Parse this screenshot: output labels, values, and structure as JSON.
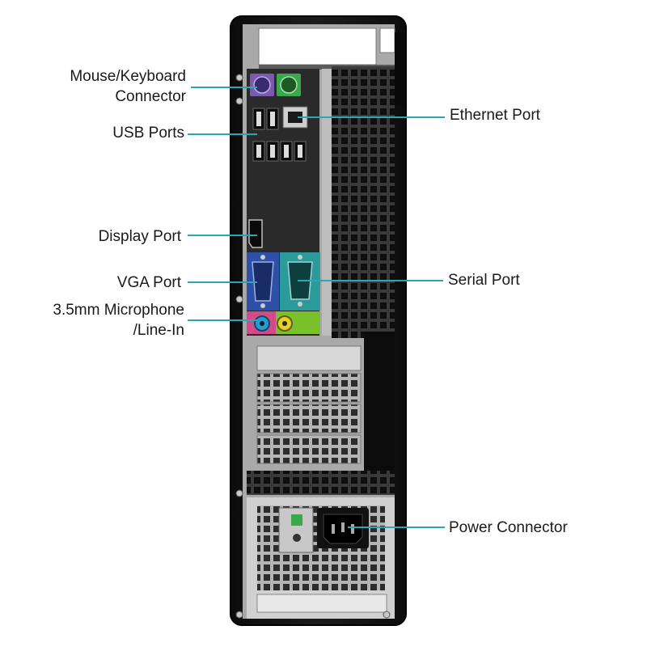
{
  "labels": {
    "mouse_keyboard": [
      "Mouse/Keyboard",
      "Connector"
    ],
    "usb": [
      "USB Ports"
    ],
    "display_port": [
      "Display Port"
    ],
    "vga": [
      "VGA Port"
    ],
    "microphone": [
      "3.5mm  Microphone",
      "/Line-In"
    ],
    "ethernet": [
      "Ethernet Port"
    ],
    "serial": [
      "Serial Port"
    ],
    "power": [
      "Power Connector"
    ]
  },
  "colors": {
    "leader_line": "#2aa6b5",
    "case_black": "#161616",
    "panel_gray": "#2a2a2a",
    "steel": "#9a9a9a",
    "ps2_mouse": "#7a5ab0",
    "ps2_keyboard": "#3aa84a",
    "vga_blue": "#2f50a8",
    "serial_teal": "#2a9a9a",
    "audio_pink": "#d24a8a",
    "audio_green": "#7ac02a",
    "audio_blue": "#2a9ad2"
  },
  "icons": [
    "ps2-port-icon",
    "usb-port-icon",
    "ethernet-port-icon",
    "displayport-icon",
    "vga-port-icon",
    "serial-port-icon",
    "audio-jack-icon",
    "power-socket-icon"
  ]
}
